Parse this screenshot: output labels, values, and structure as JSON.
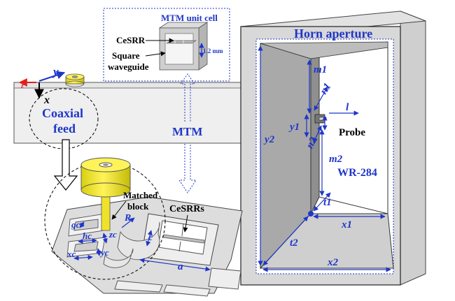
{
  "labels": {
    "mtm_unit_cell": "MTM unit cell",
    "cesrr": "CeSRR",
    "square": "Square",
    "waveguide": "waveguide",
    "dim_12mm": "1.2 mm",
    "horn_aperture": "Horn aperture",
    "coaxial": "Coaxial",
    "feed": "feed",
    "mtm": "MTM",
    "matched": "Matched",
    "block": "block",
    "cesrrs": "CeSRRs",
    "probe": "Probe",
    "wr284": "WR-284"
  },
  "symbols": {
    "z": "z",
    "y": "y",
    "x": "x",
    "m1": "m1",
    "n1": "n1",
    "y1": "y1",
    "e": "e",
    "l": "l",
    "y2": "y2",
    "n2": "n2",
    "m2": "m2",
    "t1": "t1",
    "x1": "x1",
    "t2": "t2",
    "x2": "x2",
    "gc": "gc",
    "R": "R",
    "hc": "hc",
    "zc": "zc",
    "xc": "xc",
    "yc": "yc",
    "a": "a",
    "c": "c"
  },
  "colors": {
    "label_blue": "#1f36c8",
    "arrow_red": "#e0201c",
    "connector_yellow": "#f2ea1e",
    "metal_gray": "#c9c9c9"
  }
}
